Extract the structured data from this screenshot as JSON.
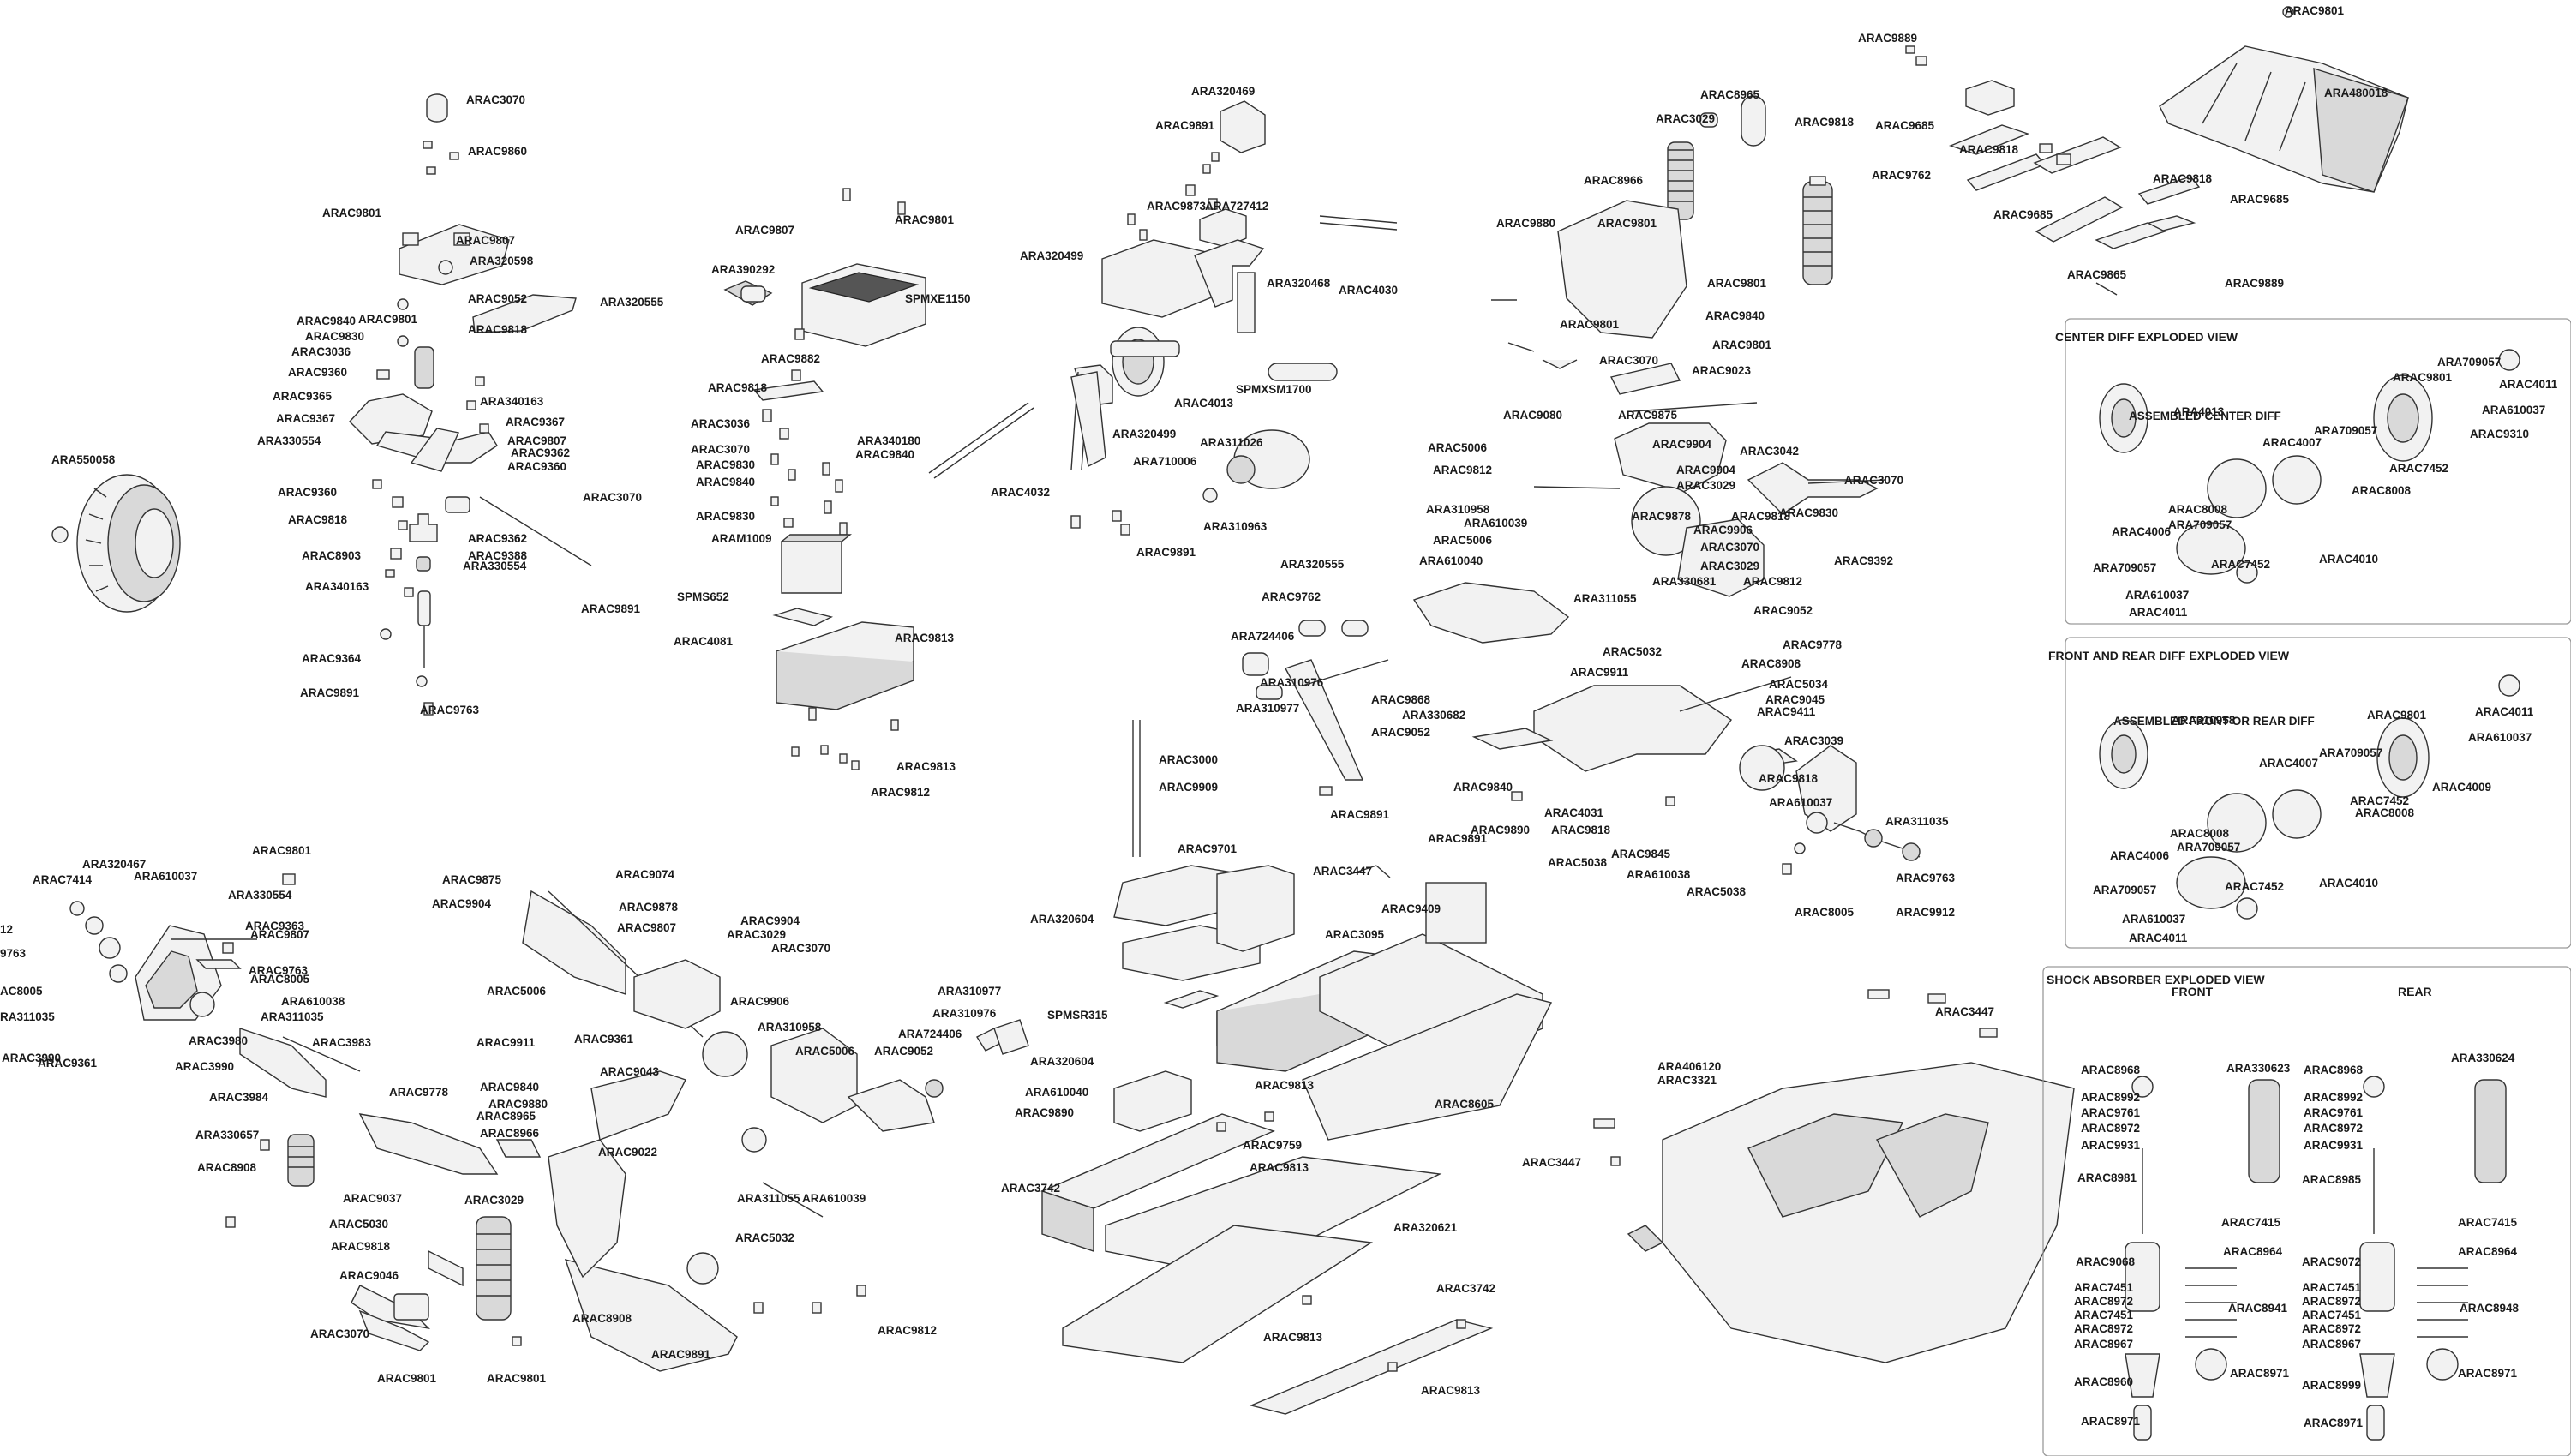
{
  "panels": {
    "center_diff": "CENTER DIFF EXPLODED VIEW",
    "front_rear_diff": "FRONT AND REAR DIFF EXPLODED VIEW",
    "shock": "SHOCK ABSORBER EXPLODED VIEW",
    "shock_front": "FRONT",
    "shock_rear": "REAR",
    "assembled_center": "ASSEMBLED CENTER DIFF",
    "assembled_fr": "ASSEMBLED FRONT OR REAR DIFF"
  },
  "labels": {
    "steer": [
      "ARAC3070",
      "ARAC9860",
      "ARAC9801",
      "ARAC9807",
      "ARA320598",
      "ARAC9052",
      "ARAC9840",
      "ARAC9801",
      "ARAC9830",
      "ARAC9818",
      "ARAC3036",
      "ARA320555",
      "ARAC9360",
      "ARA340163",
      "ARAC9365",
      "ARAC9367",
      "ARAC9367",
      "ARA330554",
      "ARAC9807",
      "ARAC9362",
      "ARAC9360",
      "ARAC9360",
      "ARAC3070",
      "ARAC9818",
      "ARAC9362",
      "ARAC8903",
      "ARAC9388",
      "ARA330554",
      "ARA340163",
      "ARAC9891",
      "ARAC9362",
      "ARAC9364",
      "ARAC9891",
      "ARAC9763",
      "ARA550058"
    ],
    "esc": [
      "ARAC9807",
      "ARAC9801",
      "ARA390292",
      "SPMXE1150",
      "ARAC9882",
      "ARAC9818",
      "ARAC3036",
      "ARA340180",
      "ARAC3070",
      "ARAC9840",
      "ARAC9830",
      "ARAC9840",
      "ARAC9830",
      "ARAM1009",
      "SPMS652",
      "ARAC4081",
      "ARAC9813",
      "ARAC9813",
      "ARAC9812"
    ],
    "center": [
      "ARA320469",
      "ARAC9891",
      "ARAC9873",
      "ARA727412",
      "ARA320499",
      "ARA320468",
      "ARAC4030",
      "ARAC4013",
      "SPMXSM1700",
      "ARA320499",
      "ARA311026",
      "ARA710006",
      "ARAC4032",
      "ARA310963",
      "ARAC9891"
    ],
    "rear": [
      "ARAC8965",
      "ARAC3029",
      "ARAC9818",
      "ARAC8966",
      "ARAC9880",
      "ARAC9801",
      "ARAC9801",
      "ARAC9840",
      "ARAC9801",
      "ARAC9801",
      "ARAC3070",
      "ARAC9023",
      "ARAC9080",
      "ARAC9875",
      "ARAC9904",
      "ARAC3042",
      "ARAC5006",
      "ARAC9812",
      "ARAC9904",
      "ARAC3029",
      "ARAC3070",
      "ARA310958",
      "ARA610039",
      "ARAC9878",
      "ARAC9818",
      "ARAC9830",
      "ARAC5006",
      "ARAC9906",
      "ARAC3070",
      "ARA610040",
      "ARAC3029",
      "ARAC9392",
      "ARA330681",
      "ARAC9812",
      "ARA311055",
      "ARA320555",
      "ARAC9052",
      "ARAC9762",
      "ARAC5032",
      "ARA724406",
      "ARAC9778",
      "ARAC9911",
      "ARAC8908",
      "ARA310976",
      "ARAC5034",
      "ARAC9868",
      "ARAC9045",
      "ARA310977",
      "ARA330682",
      "ARAC9411",
      "ARAC9052",
      "ARAC3039",
      "ARAC9840",
      "ARAC9818",
      "ARAC4031",
      "ARA610037",
      "ARAC9891",
      "ARAC9890",
      "ARAC9818",
      "ARA311035",
      "ARAC9891",
      "ARAC5038",
      "ARAC9845",
      "ARA610038",
      "ARAC9763",
      "ARAC5038",
      "ARAC8005",
      "ARAC9912"
    ],
    "wing": [
      "ARAC9889",
      "ARAC9801",
      "ARA480018",
      "ARAC9685",
      "ARAC9818",
      "ARAC9762",
      "ARAC9685",
      "ARAC9818",
      "ARAC9685",
      "ARAC9865",
      "ARAC9889"
    ],
    "front": [
      "ARAC9801",
      "ARAC7414",
      "ARA320467",
      "ARA610037",
      "ARA330554",
      "ARAC9363",
      "ARAC9763",
      "ARAC8005",
      "ARAC9807",
      "ARA311035",
      "ARA610038",
      "ARAC3990",
      "ARAC9361",
      "ARAC3980",
      "ARAC3983",
      "ARAC3990",
      "ARAC3984",
      "ARAC9778",
      "ARA330657",
      "ARAC8908",
      "ARAC9875",
      "ARAC9904",
      "ARAC9074",
      "ARAC9878",
      "ARAC9807",
      "ARAC9904",
      "ARAC3029",
      "ARAC3070",
      "ARAC5006",
      "ARAC9906",
      "ARAC9911",
      "ARAC9361",
      "ARA310958",
      "ARAC5006",
      "ARAC9840",
      "ARAC9043",
      "ARAC9880",
      "ARAC8965",
      "ARAC8966",
      "ARAC9022",
      "ARAC9037",
      "ARAC3029",
      "ARAC9818",
      "ARAC5030",
      "ARA610039",
      "ARA311055",
      "ARAC5032",
      "ARAC9046",
      "ARAC3070",
      "ARAC9801",
      "ARAC8908",
      "ARAC9801",
      "ARAC9891",
      "ARAC9812",
      "ARAC9052",
      "ARA724406",
      "ARA310976",
      "ARA310977",
      "ARA610040",
      "ARAC9890"
    ],
    "chassis": [
      "ARAC3000",
      "ARAC9909",
      "ARAC9701",
      "ARAC3447",
      "ARA320604",
      "ARAC9409",
      "ARAC3095",
      "SPMSR315",
      "ARA320604",
      "ARAC9813",
      "ARAC8605",
      "ARAC9759",
      "ARAC9813",
      "ARAC3742",
      "ARA320621",
      "ARAC3742",
      "ARAC9813",
      "ARAC9813"
    ],
    "body": [
      "ARAC3447",
      "ARA406120",
      "ARAC3321",
      "ARAC3447"
    ],
    "center_diff": [
      "ARA709057",
      "ARAC4011",
      "ARAC9801",
      "ARA610037",
      "ARA4013",
      "ARAC4007",
      "ARA709057",
      "ARAC9310",
      "ARAC7452",
      "ARAC8008",
      "ARAC8008",
      "ARA709057",
      "ARAC4006",
      "ARAC7452",
      "ARAC4010",
      "ARA709057",
      "ARA610037",
      "ARAC4011"
    ],
    "fr_diff": [
      "ARA310958",
      "ARAC9801",
      "ARAC4011",
      "ARA610037",
      "ARAC4007",
      "ARA709057",
      "ARAC4009",
      "ARAC7452",
      "ARAC8008",
      "ARAC8008",
      "ARA709057",
      "ARAC4006",
      "ARAC7452",
      "ARAC4010",
      "ARA709057",
      "ARA610037",
      "ARAC4011"
    ],
    "shock_front": [
      "ARAC8968",
      "ARAC8992",
      "ARAC9761",
      "ARAC8972",
      "ARAC9931",
      "ARAC8981",
      "ARAC9068",
      "ARAC7451",
      "ARAC8972",
      "ARAC7451",
      "ARAC8972",
      "ARAC8967",
      "ARAC8960",
      "ARAC8971",
      "ARA330623",
      "ARAC7415",
      "ARAC8964",
      "ARAC8941",
      "ARAC8971"
    ],
    "shock_rear": [
      "ARAC8968",
      "ARAC8992",
      "ARAC9761",
      "ARAC8972",
      "ARAC9931",
      "ARAC8985",
      "ARAC9072",
      "ARAC7451",
      "ARAC8972",
      "ARAC7451",
      "ARAC8972",
      "ARAC8967",
      "ARAC8999",
      "ARAC8971",
      "ARA330624",
      "ARAC7415",
      "ARAC8964",
      "ARAC8948",
      "ARAC8971"
    ],
    "edge": [
      "12",
      "9763",
      "AC8005",
      "RA311035"
    ]
  }
}
